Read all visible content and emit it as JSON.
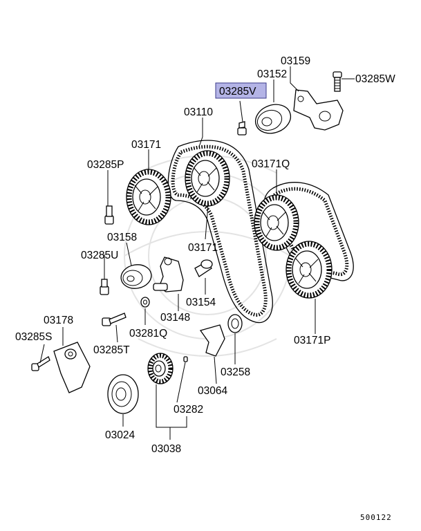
{
  "highlight_color": "#b4b4e6",
  "highlighted_part": "03285V",
  "labels": {
    "p03159": "03159",
    "p03152": "03152",
    "p03285V": "03285V",
    "p03285W": "03285W",
    "p03110": "03110",
    "p03171_top": "03171",
    "p03285P": "03285P",
    "p03171Q": "03171Q",
    "p03158": "03158",
    "p03171_mid": "03171",
    "p03285U": "03285U",
    "p03154": "03154",
    "p03148": "03148",
    "p03178": "03178",
    "p03281Q": "03281Q",
    "p03285S": "03285S",
    "p03285T": "03285T",
    "p03171P": "03171P",
    "p03258": "03258",
    "p03064": "03064",
    "p03282": "03282",
    "p03024": "03024",
    "p03038": "03038"
  },
  "diagram_code": "500122"
}
